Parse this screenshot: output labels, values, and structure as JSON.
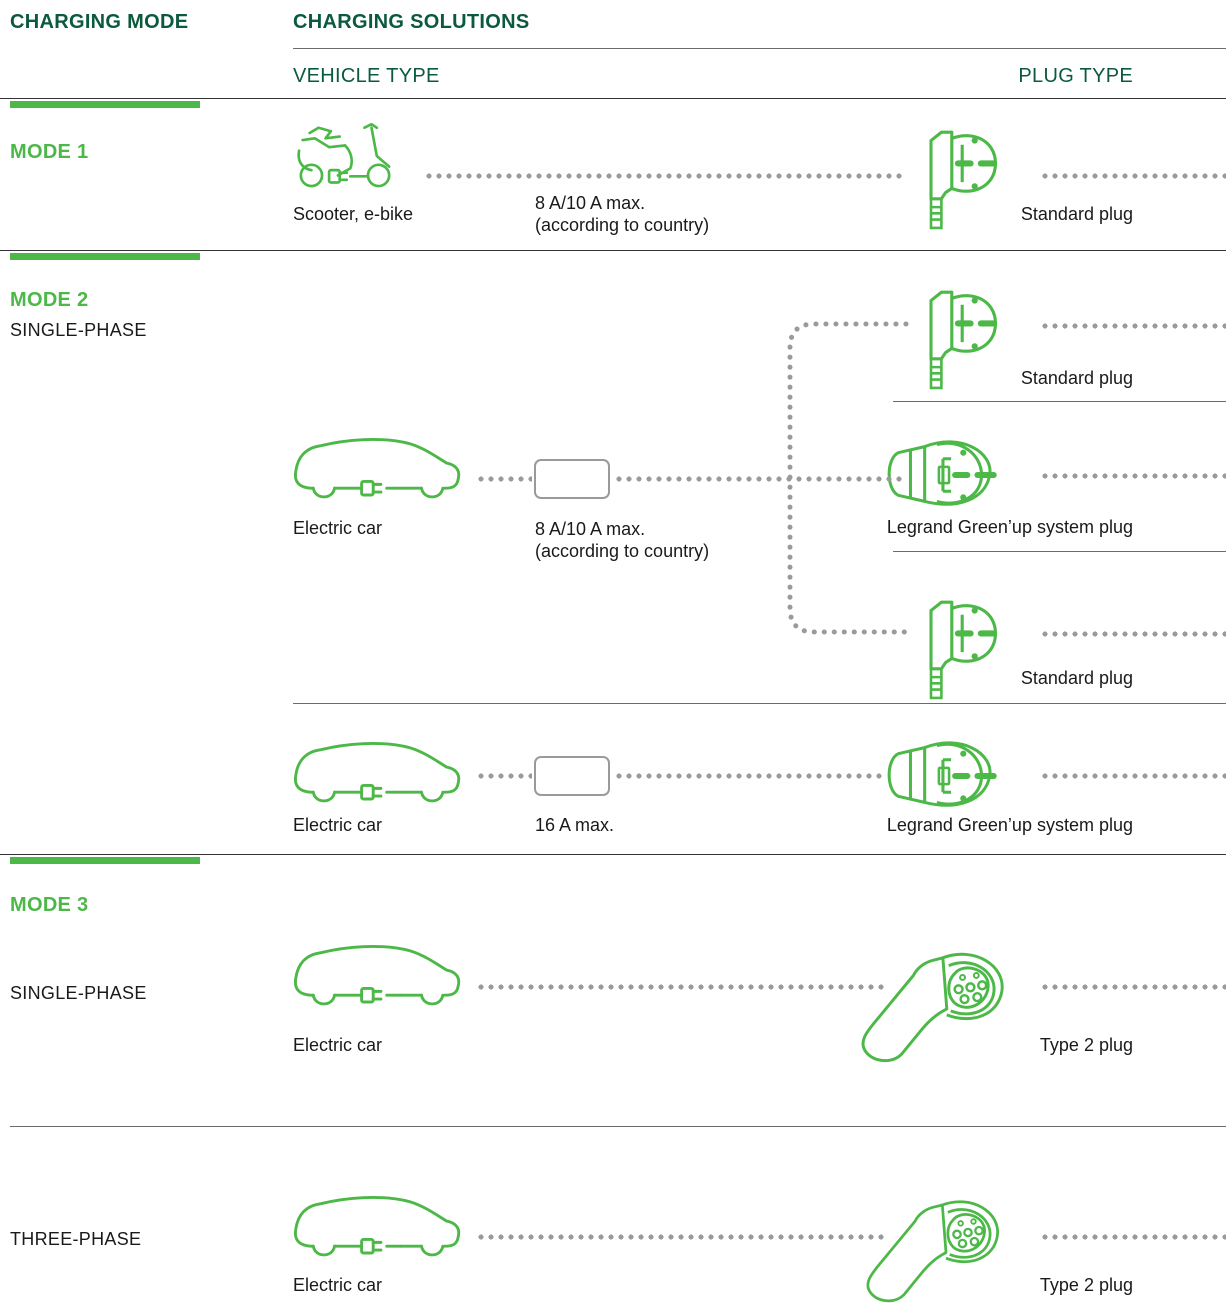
{
  "header": {
    "charging_mode": "CHARGING MODE",
    "charging_solutions": "CHARGING SOLUTIONS",
    "vehicle_type": "VEHICLE TYPE",
    "plug_type": "PLUG TYPE"
  },
  "mode1": {
    "title": "MODE 1",
    "vehicle_label": "Scooter, e-bike",
    "current_line1": "8 A/10 A max.",
    "current_line2": "(according to country)",
    "plug_label": "Standard plug",
    "vehicle_icon": "scooter-icon",
    "plug_icon": "standard-plug-icon"
  },
  "mode2": {
    "title": "MODE 2",
    "subtitle": "SINGLE-PHASE",
    "row1": {
      "vehicle_label": "Electric car",
      "current_line1": "8 A/10 A max.",
      "current_line2": "(according to country)",
      "plugs": [
        "Standard plug",
        "Legrand Green’up system plug",
        "Standard plug"
      ]
    },
    "row2": {
      "vehicle_label": "Electric car",
      "current": "16 A max.",
      "plug_label": "Legrand Green’up system plug"
    }
  },
  "mode3": {
    "title": "MODE 3",
    "single_phase": {
      "label": "SINGLE-PHASE",
      "vehicle_label": "Electric car",
      "plug_label": "Type 2 plug"
    },
    "three_phase": {
      "label": "THREE-PHASE",
      "vehicle_label": "Electric car",
      "plug_label": "Type 2 plug"
    }
  },
  "colors": {
    "accent_green": "#4cb848",
    "heading_dark_green": "#0b5a3d",
    "connector_gray": "#9a9a9a"
  }
}
